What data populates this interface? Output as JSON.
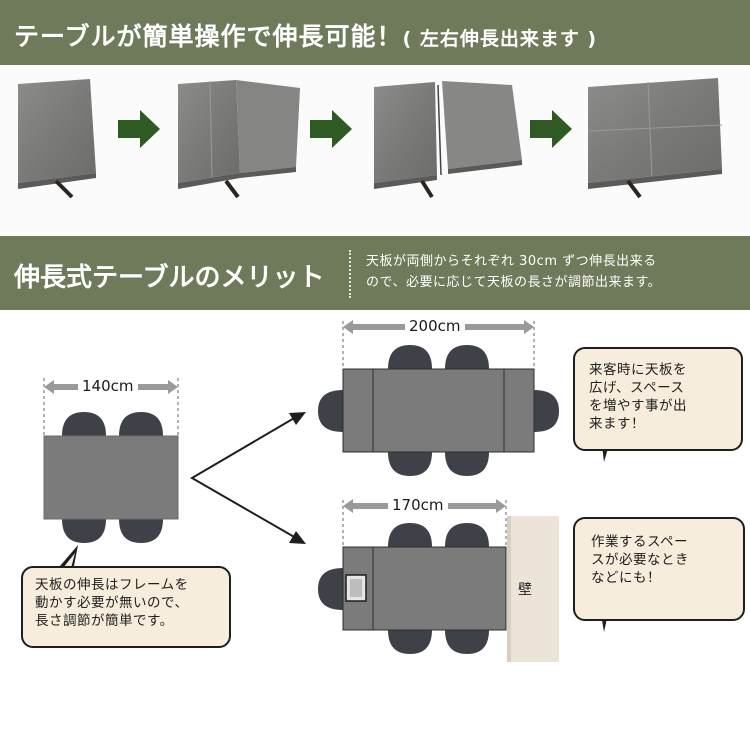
{
  "top_banner": {
    "title": "テーブルが簡単操作で伸長可能！",
    "subtitle": "( 左右伸長出来ます )"
  },
  "mid_banner": {
    "title": "伸長式テーブルのメリット",
    "desc_line1": "天板が両側からそれぞれ 30cm ずつ伸長出来る",
    "desc_line2": "ので、必要に応じて天板の長さが調節出来ます。"
  },
  "dimensions": {
    "compact": "140cm",
    "full": "200cm",
    "wall": "170cm"
  },
  "wall_label": "壁",
  "bubbles": {
    "full_extend": [
      "来客時に天板を",
      "広げ、スペース",
      "を増やす事が出",
      "来ます！"
    ],
    "one_side": [
      "作業するスペー",
      "スが必要なとき",
      "などにも！"
    ],
    "compact": [
      "天板の伸長はフレームを",
      "動かす必要が無いので、",
      "長さ調節が簡単です。"
    ]
  },
  "colors": {
    "banner": "#6f7a5a",
    "arrow_green": "#2f5a23",
    "tabletop": "#7b7b7b",
    "chair": "#3f4148",
    "bubble_fill": "#f7eddc",
    "wall": "#ece4d8"
  }
}
